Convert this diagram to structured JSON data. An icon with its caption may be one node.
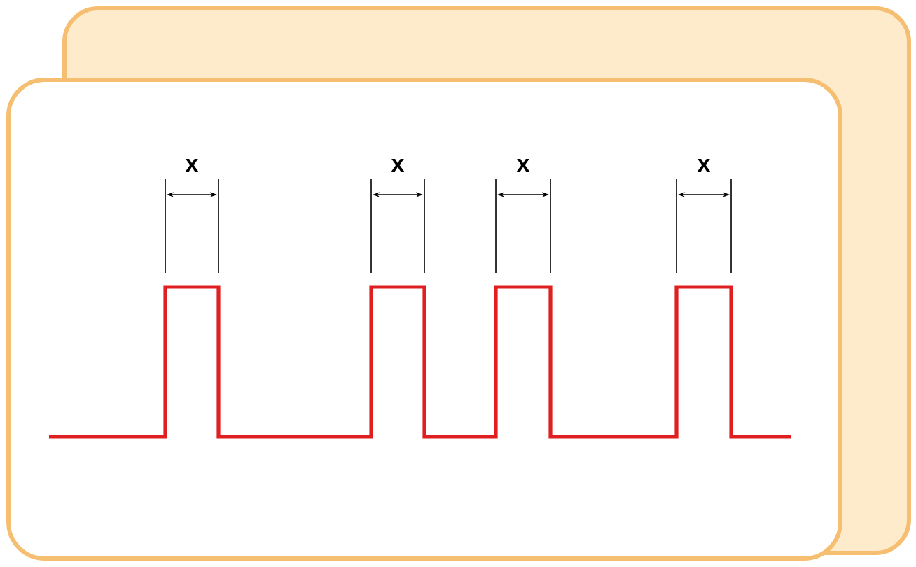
{
  "diagram": {
    "labels": [
      "x",
      "x",
      "x",
      "x"
    ]
  }
}
